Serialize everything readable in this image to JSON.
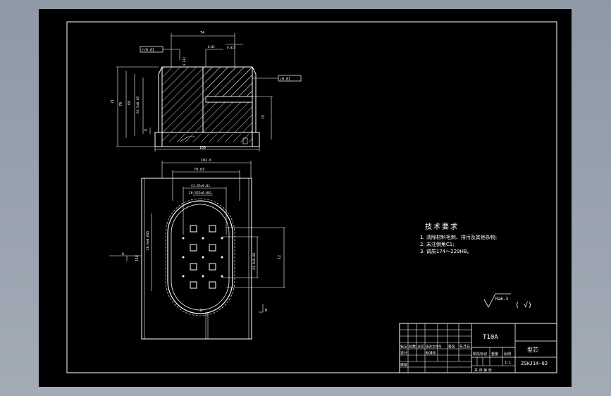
{
  "drawing": {
    "tech_title": "技术要求",
    "tech_items": [
      "1. 清除材料毛刺、排污及其他杂物;",
      "2. 未注倒角C1;",
      "3. 调质174～229HB。"
    ],
    "roughness_value": "Ra6.3",
    "roughness_paren": "( √)",
    "dims": {
      "top_width": "74",
      "left_height_a": "71",
      "left_height_b": "70",
      "left_height_c": "69",
      "left_height_d": "62.5±0.05",
      "left_small": "11",
      "right_dim": "15",
      "bottom_width": "106",
      "chamfer_a": "0.02",
      "chamfer_b": "0.015",
      "chamfer_c": "0.012",
      "plan_width": "102.6",
      "plan_inner": "79.63",
      "plan_hole_a": "41.85±0.01",
      "plan_hole_b": "20.925±0.061",
      "plan_vert_a": "20.9±0.045",
      "plan_vert_b": "41.8±0.06",
      "plan_right": "12",
      "plan_left": "118",
      "plan_b": "B",
      "plan_a": "A",
      "section_mark": "8",
      "tol_frame_a": "//0.01",
      "tol_frame_b": "⊥0.01"
    }
  },
  "title_block": {
    "material": "T10A",
    "part_name": "型芯",
    "drawing_no": "ZSHJ14-02",
    "row_labels": [
      "标记",
      "处数",
      "分区",
      "更改文件号",
      "签名",
      "年月日"
    ],
    "row_labels_2": [
      "设计",
      "标准化"
    ],
    "stage_labels": [
      "阶段标记",
      "重量",
      "比例"
    ],
    "scale": "1:1",
    "sheet_text": "共 张 第 张",
    "approve": "审核"
  }
}
